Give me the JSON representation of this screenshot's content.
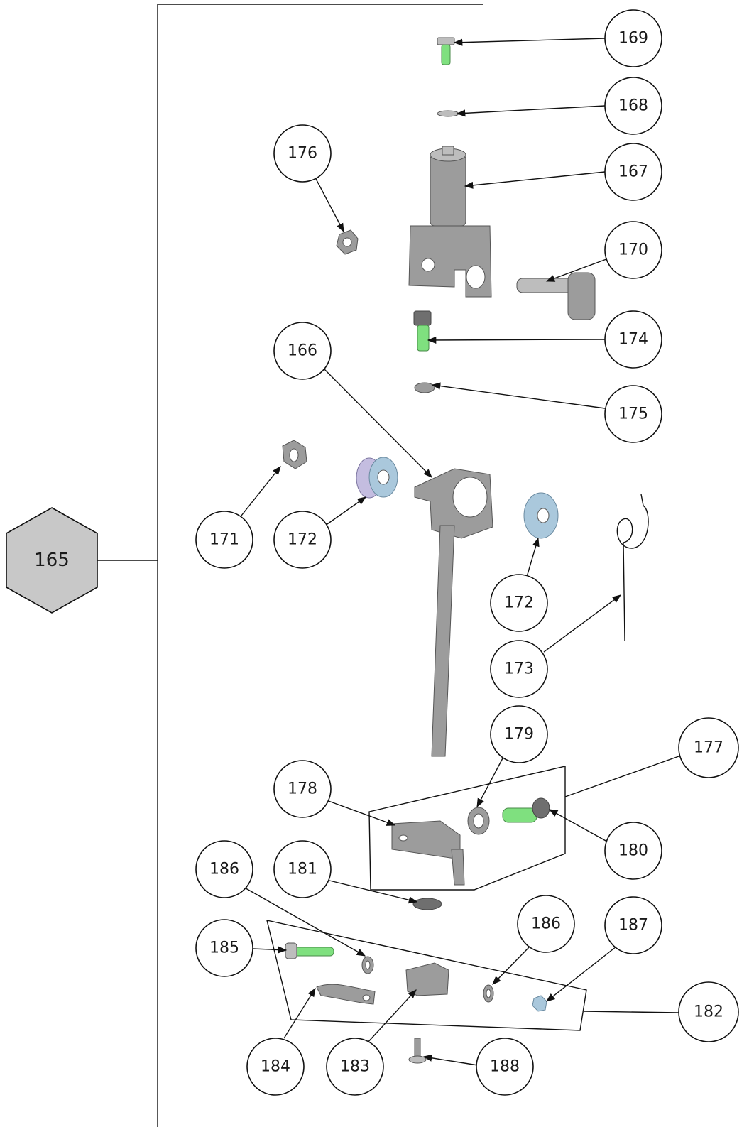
{
  "assembly": {
    "id": "165",
    "fill": "#c8c8c8"
  },
  "callouts": {
    "c169": "169",
    "c168": "168",
    "c167": "167",
    "c176": "176",
    "c170": "170",
    "c174": "174",
    "c166": "166",
    "c175": "175",
    "c171": "171",
    "c172a": "172",
    "c172b": "172",
    "c173": "173",
    "c179": "179",
    "c177": "177",
    "c178": "178",
    "c180": "180",
    "c186a": "186",
    "c181": "181",
    "c186b": "186",
    "c187": "187",
    "c185": "185",
    "c182": "182",
    "c184": "184",
    "c183": "183",
    "c188": "188"
  },
  "colors": {
    "steel": "#9c9c9c",
    "thread_green": "#7fe07f",
    "bushing_blue": "#aac8dc",
    "bushing_lilac": "#c4bde0"
  }
}
